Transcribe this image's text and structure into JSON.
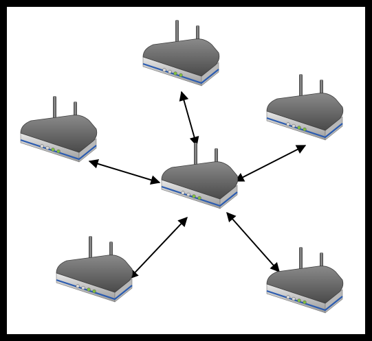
{
  "diagram": {
    "nodes": [
      {
        "id": "center",
        "icon": "wireless-router-icon"
      },
      {
        "id": "top",
        "icon": "wireless-router-icon"
      },
      {
        "id": "left",
        "icon": "wireless-router-icon"
      },
      {
        "id": "right",
        "icon": "wireless-router-icon"
      },
      {
        "id": "bottom-left",
        "icon": "wireless-router-icon"
      },
      {
        "id": "bottom-right",
        "icon": "wireless-router-icon"
      }
    ],
    "links": [
      {
        "from": "center",
        "to": "top",
        "arrows": "both"
      },
      {
        "from": "center",
        "to": "left",
        "arrows": "both"
      },
      {
        "from": "center",
        "to": "right",
        "arrows": "both"
      },
      {
        "from": "center",
        "to": "bottom-left",
        "arrows": "both"
      },
      {
        "from": "center",
        "to": "bottom-right",
        "arrows": "both"
      }
    ],
    "colors": {
      "frame": "#000000",
      "router_body": "#5a5a5a",
      "router_stripe": "#2a5bb0",
      "led": "#7fbf3f"
    }
  }
}
